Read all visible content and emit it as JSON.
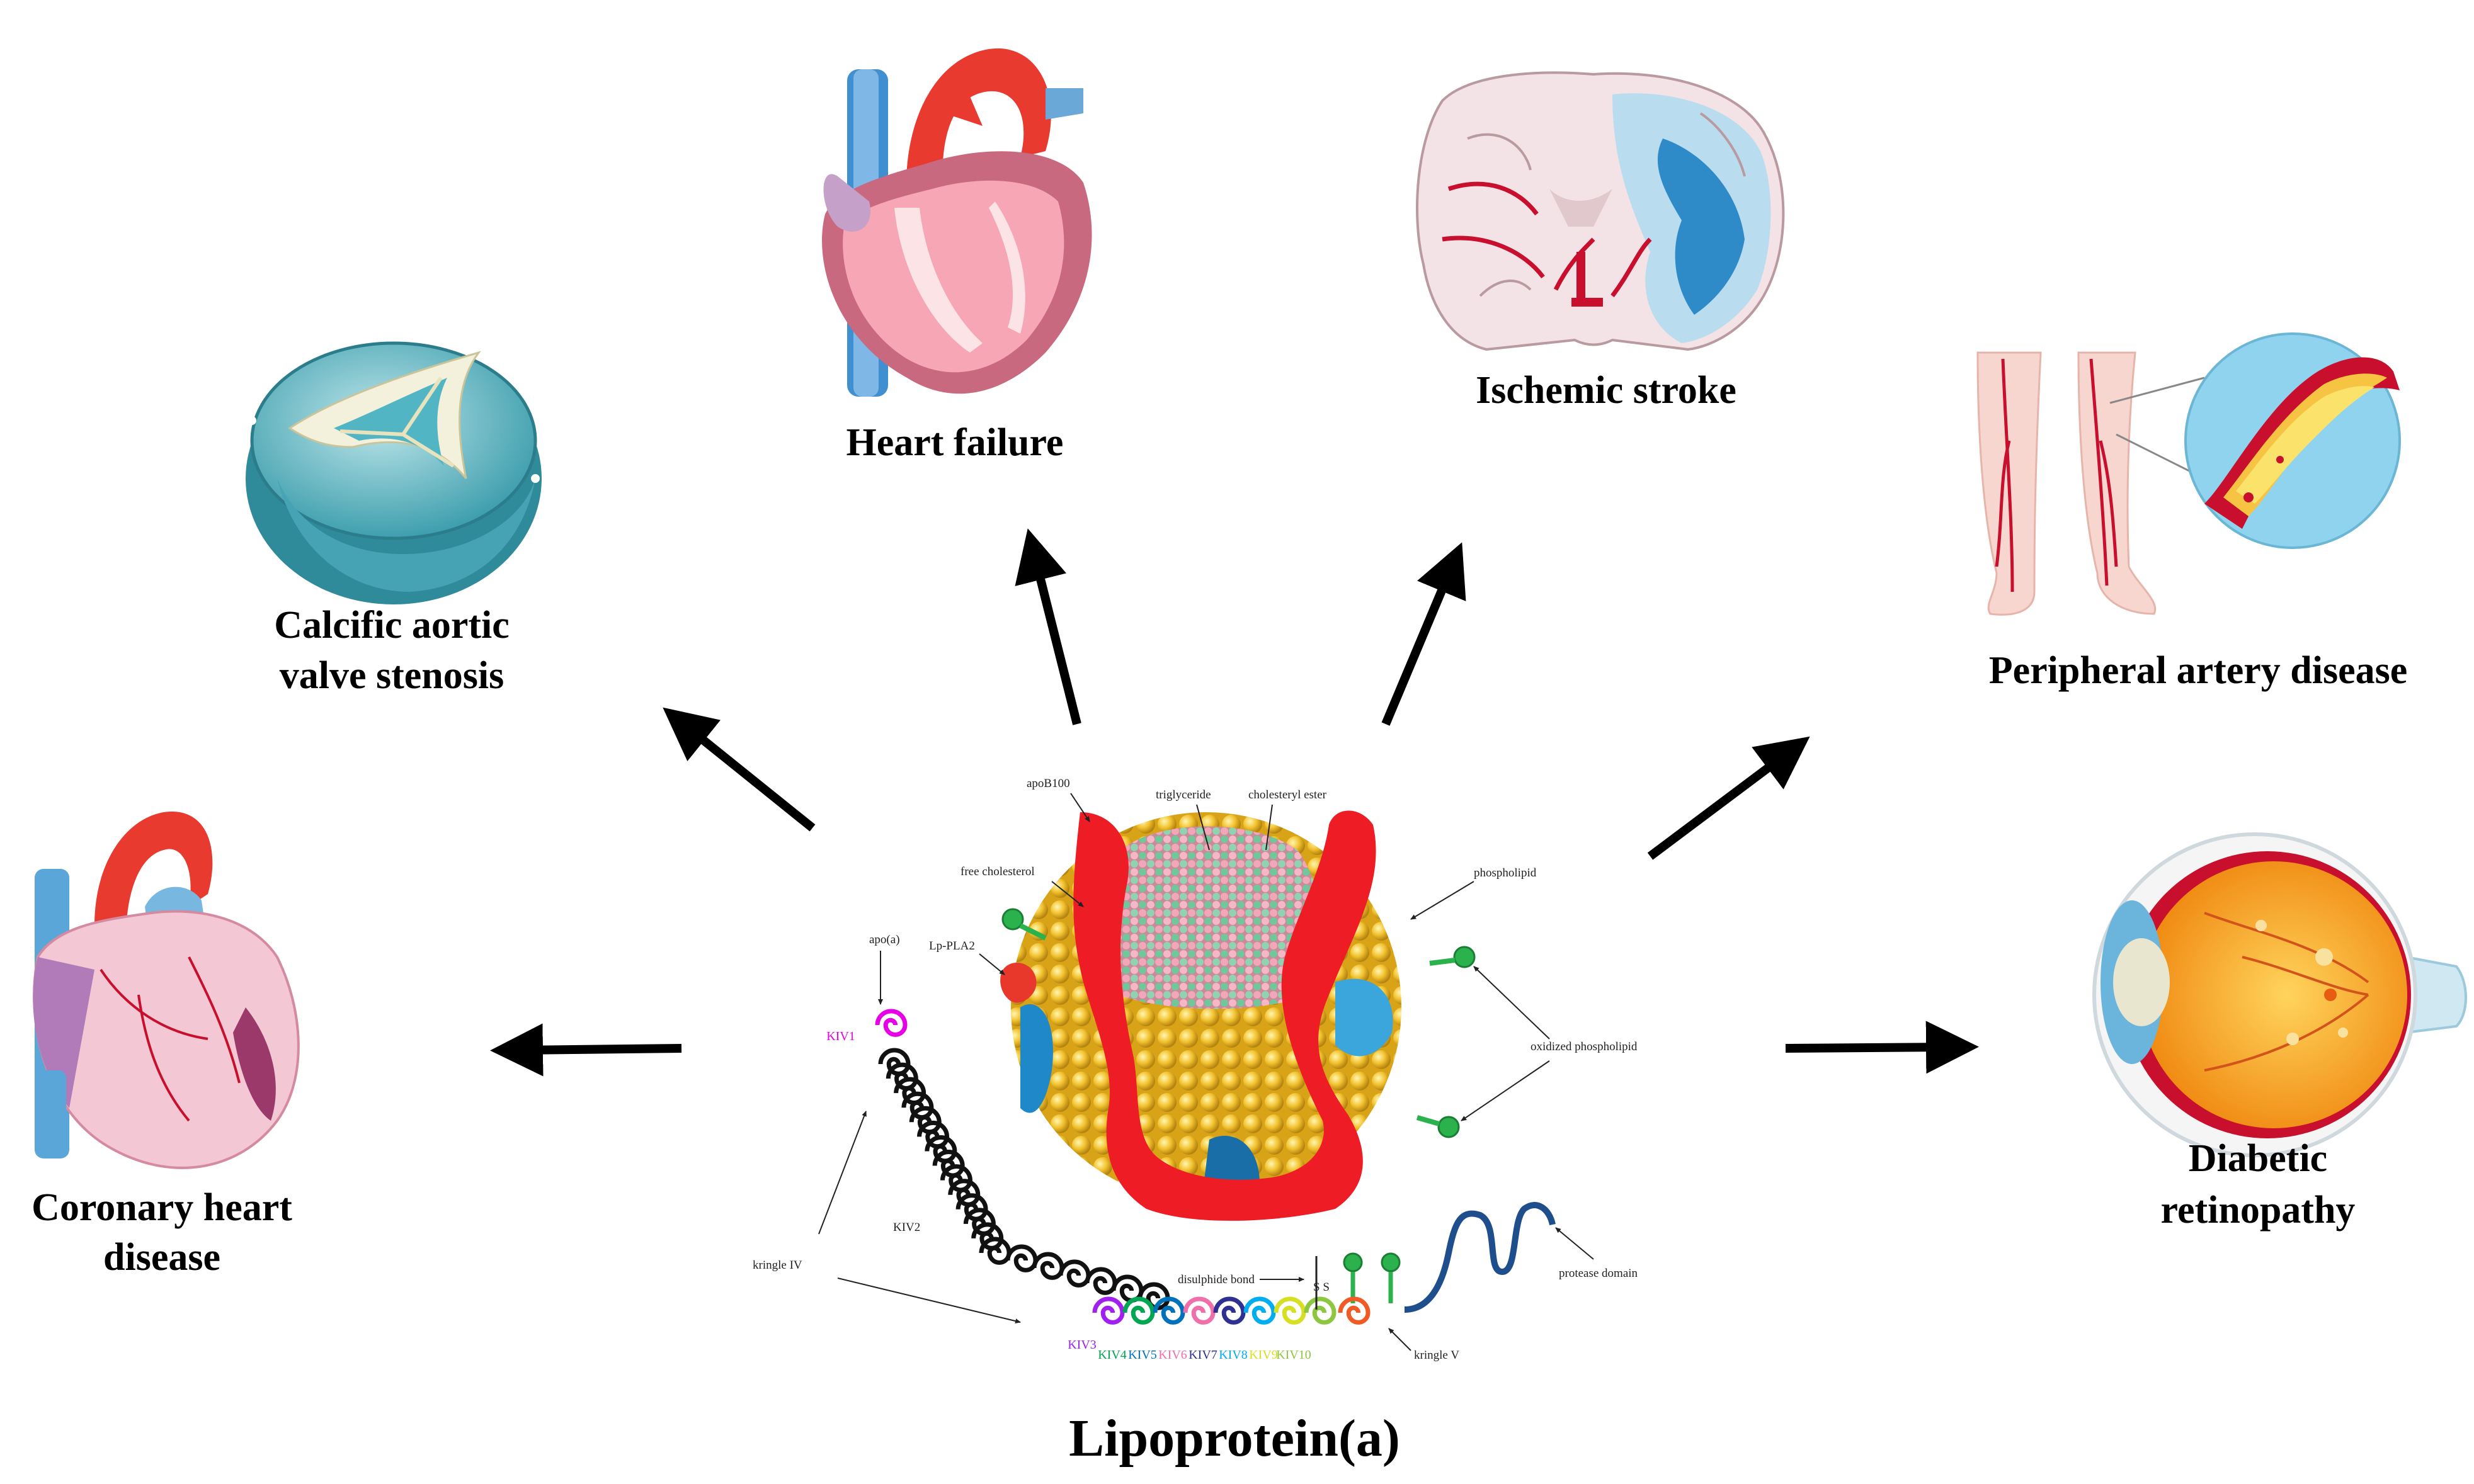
{
  "title": "Lipoprotein(a)",
  "diseases": {
    "heart_failure": "Heart failure",
    "ischemic_stroke": "Ischemic stroke",
    "cavs_line1": "Calcific aortic",
    "cavs_line2": "valve stenosis",
    "pad": "Peripheral artery disease",
    "chd_line1": "Coronary heart",
    "chd_line2": "disease",
    "dr_line1": "Diabetic",
    "dr_line2": "retinopathy"
  },
  "particle_labels": {
    "apob100": "apoB100",
    "triglyceride": "triglyceride",
    "cholesteryl_ester": "cholesteryl ester",
    "free_cholesterol": "free cholesterol",
    "phospholipid": "phospholipid",
    "lp_pla2": "Lp-PLA2",
    "apo_a": "apo(a)",
    "oxidized_phospholipid": "oxidized phospholipid",
    "kiv2": "KIV2",
    "kringle_iv": "kringle IV",
    "disulphide_bond": "disulphide bond",
    "protease_domain": "protease domain",
    "kringle_v": "kringle V",
    "kiv1": "KIV1",
    "kringles": [
      "KIV3",
      "KIV4",
      "KIV5",
      "KIV6",
      "KIV7",
      "KIV8",
      "KIV9",
      "KIV10"
    ],
    "ss": "S S"
  },
  "colors": {
    "arrow": "#000000",
    "apoB100": "#ee1c25",
    "lipid_shell": "#f2c12e",
    "core_pink": "#f2a7b8",
    "core_green": "#5fbf8f",
    "protease": "#1f4e8c",
    "kiv1": "#e600e6",
    "kiv2": "#111111",
    "kiv3": "#a020f0",
    "kiv4": "#00a651",
    "kiv5": "#0072bc",
    "kiv6": "#f06eaa",
    "kiv7": "#2e3192",
    "kiv8": "#00aeef",
    "kiv9": "#d7df23",
    "kiv10": "#8dc63f",
    "kringle_v": "#f15a24"
  },
  "icons": [
    "heart-anatomy-icon",
    "brain-stroke-icon",
    "aortic-valve-icon",
    "legs-artery-icon",
    "coronary-heart-icon",
    "eye-retina-icon",
    "lipoprotein-particle-icon"
  ]
}
